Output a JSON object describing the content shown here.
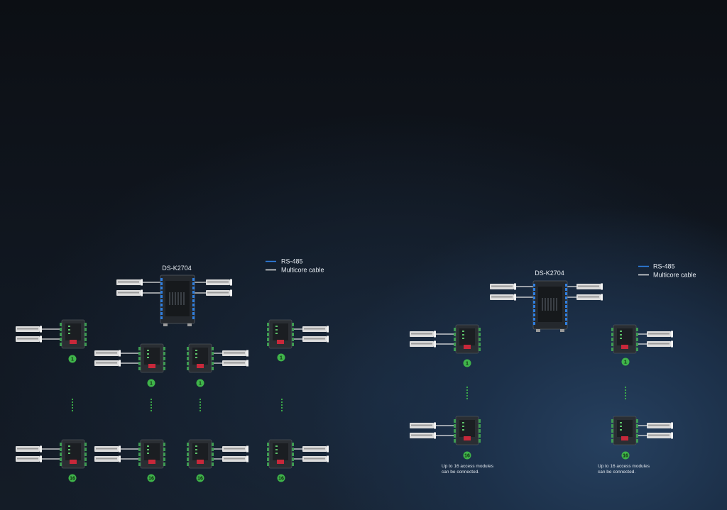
{
  "colors": {
    "rs485": "#2f7fe0",
    "multicore": "#e8e8e8",
    "badge": "#3fb44a"
  },
  "left": {
    "controller_label": "DS-K2704",
    "legend": {
      "rs485": "RS-485",
      "multicore": "Multicore cable"
    },
    "badges": {
      "first": "1",
      "last": "16"
    }
  },
  "right": {
    "controller_label": "DS-K2704",
    "legend": {
      "rs485": "RS-485",
      "multicore": "Multicore cable"
    },
    "badges": {
      "first": "1",
      "last": "16"
    },
    "notes": [
      {
        "line1": "Up to 16 access modules",
        "line2": "can be connected."
      },
      {
        "line1": "Up to 16 access modules",
        "line2": "can be connected."
      }
    ]
  }
}
